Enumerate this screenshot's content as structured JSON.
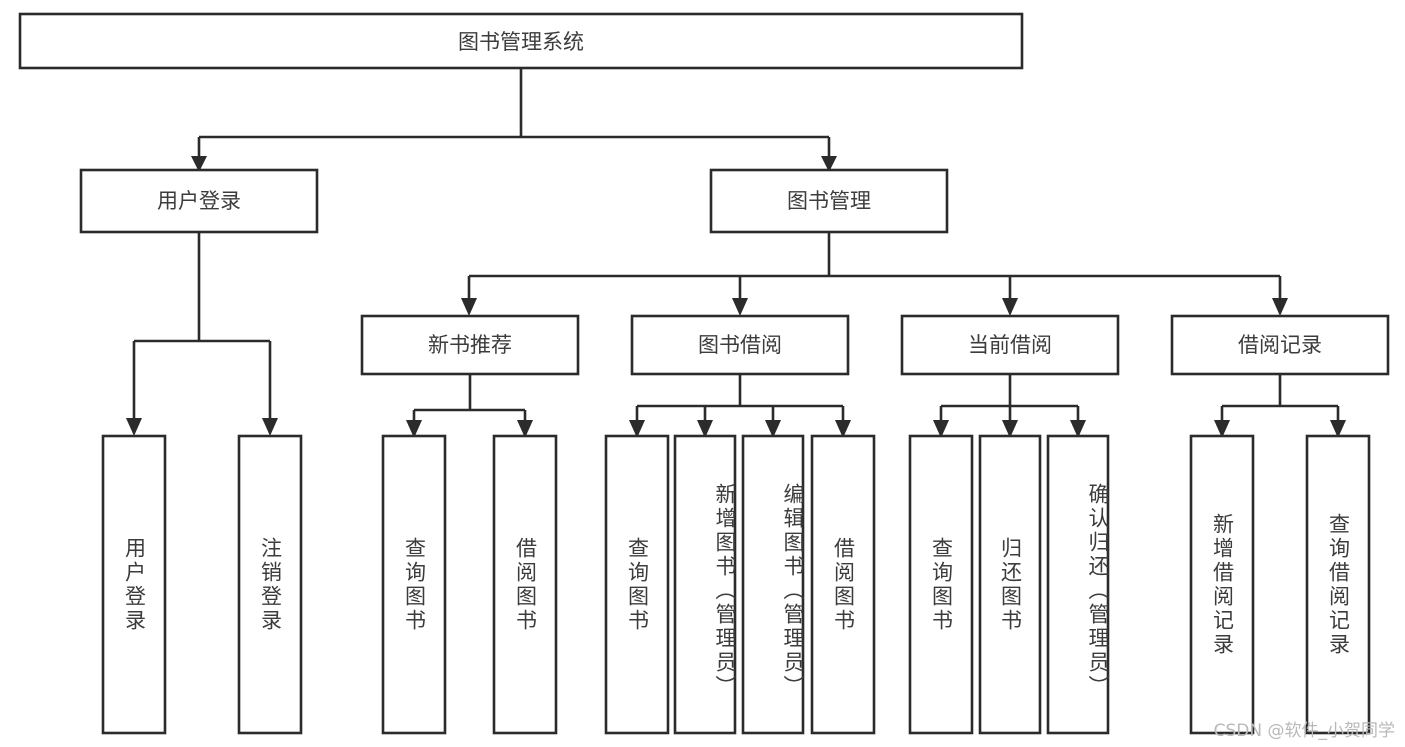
{
  "chart_data": {
    "type": "diagram",
    "diagram_kind": "hierarchy-tree",
    "title": "图书管理系统",
    "orientation": "top-down",
    "edge_style": "orthogonal-with-arrowheads",
    "colors": {
      "box_fill": "#ffffff",
      "box_stroke": "#2b2b2b",
      "text": "#3c3c3c",
      "watermark": "#b9b9b9",
      "background": "#ffffff"
    },
    "levels": [
      {
        "level": 1,
        "labels": [
          "图书管理系统"
        ]
      },
      {
        "level": 2,
        "labels": [
          "用户登录",
          "图书管理"
        ]
      },
      {
        "level": 3,
        "labels": [
          "新书推荐",
          "图书借阅",
          "当前借阅",
          "借阅记录"
        ]
      },
      {
        "level": 4,
        "labels": [
          "用户登录",
          "注销登录",
          "查询图书",
          "借阅图书",
          "查询图书",
          "新增图书（管理员）",
          "编辑图书（管理员）",
          "借阅图书",
          "查询图书",
          "归还图书",
          "确认归还（管理员）",
          "新增借阅记录",
          "查询借阅记录"
        ]
      }
    ],
    "edges": [
      {
        "from": "图书管理系统",
        "to": "用户登录"
      },
      {
        "from": "图书管理系统",
        "to": "图书管理"
      },
      {
        "from": "用户登录",
        "to": "用户登录(叶)"
      },
      {
        "from": "用户登录",
        "to": "注销登录"
      },
      {
        "from": "图书管理",
        "to": "新书推荐"
      },
      {
        "from": "图书管理",
        "to": "图书借阅"
      },
      {
        "from": "图书管理",
        "to": "当前借阅"
      },
      {
        "from": "图书管理",
        "to": "借阅记录"
      },
      {
        "from": "新书推荐",
        "to": "查询图书"
      },
      {
        "from": "新书推荐",
        "to": "借阅图书"
      },
      {
        "from": "图书借阅",
        "to": "查询图书"
      },
      {
        "from": "图书借阅",
        "to": "新增图书（管理员）"
      },
      {
        "from": "图书借阅",
        "to": "编辑图书（管理员）"
      },
      {
        "from": "图书借阅",
        "to": "借阅图书"
      },
      {
        "from": "当前借阅",
        "to": "查询图书"
      },
      {
        "from": "当前借阅",
        "to": "归还图书"
      },
      {
        "from": "当前借阅",
        "to": "确认归还（管理员）"
      },
      {
        "from": "借阅记录",
        "to": "新增借阅记录"
      },
      {
        "from": "借阅记录",
        "to": "查询借阅记录"
      }
    ]
  },
  "root": {
    "label": "图书管理系统"
  },
  "level2": [
    {
      "id": "user-login",
      "label": "用户登录"
    },
    {
      "id": "book-management",
      "label": "图书管理"
    }
  ],
  "level3": [
    {
      "id": "new-book-recommend",
      "label": "新书推荐"
    },
    {
      "id": "book-borrow",
      "label": "图书借阅"
    },
    {
      "id": "current-borrow",
      "label": "当前借阅"
    },
    {
      "id": "borrow-record",
      "label": "借阅记录"
    }
  ],
  "leaves": [
    {
      "id": "leaf-user-login",
      "label": "用户登录"
    },
    {
      "id": "leaf-logout",
      "label": "注销登录"
    },
    {
      "id": "leaf-query-book-1",
      "label": "查询图书"
    },
    {
      "id": "leaf-borrow-book-1",
      "label": "借阅图书"
    },
    {
      "id": "leaf-query-book-2",
      "label": "查询图书"
    },
    {
      "id": "leaf-add-book",
      "label": "新增图书（管理员）"
    },
    {
      "id": "leaf-edit-book",
      "label": "编辑图书（管理员）"
    },
    {
      "id": "leaf-borrow-book-2",
      "label": "借阅图书"
    },
    {
      "id": "leaf-query-book-3",
      "label": "查询图书"
    },
    {
      "id": "leaf-return-book",
      "label": "归还图书"
    },
    {
      "id": "leaf-confirm-return",
      "label": "确认归还（管理员）"
    },
    {
      "id": "leaf-add-record",
      "label": "新增借阅记录"
    },
    {
      "id": "leaf-query-record",
      "label": "查询借阅记录"
    }
  ],
  "watermark": {
    "text": "CSDN @软件_小贺同学"
  }
}
